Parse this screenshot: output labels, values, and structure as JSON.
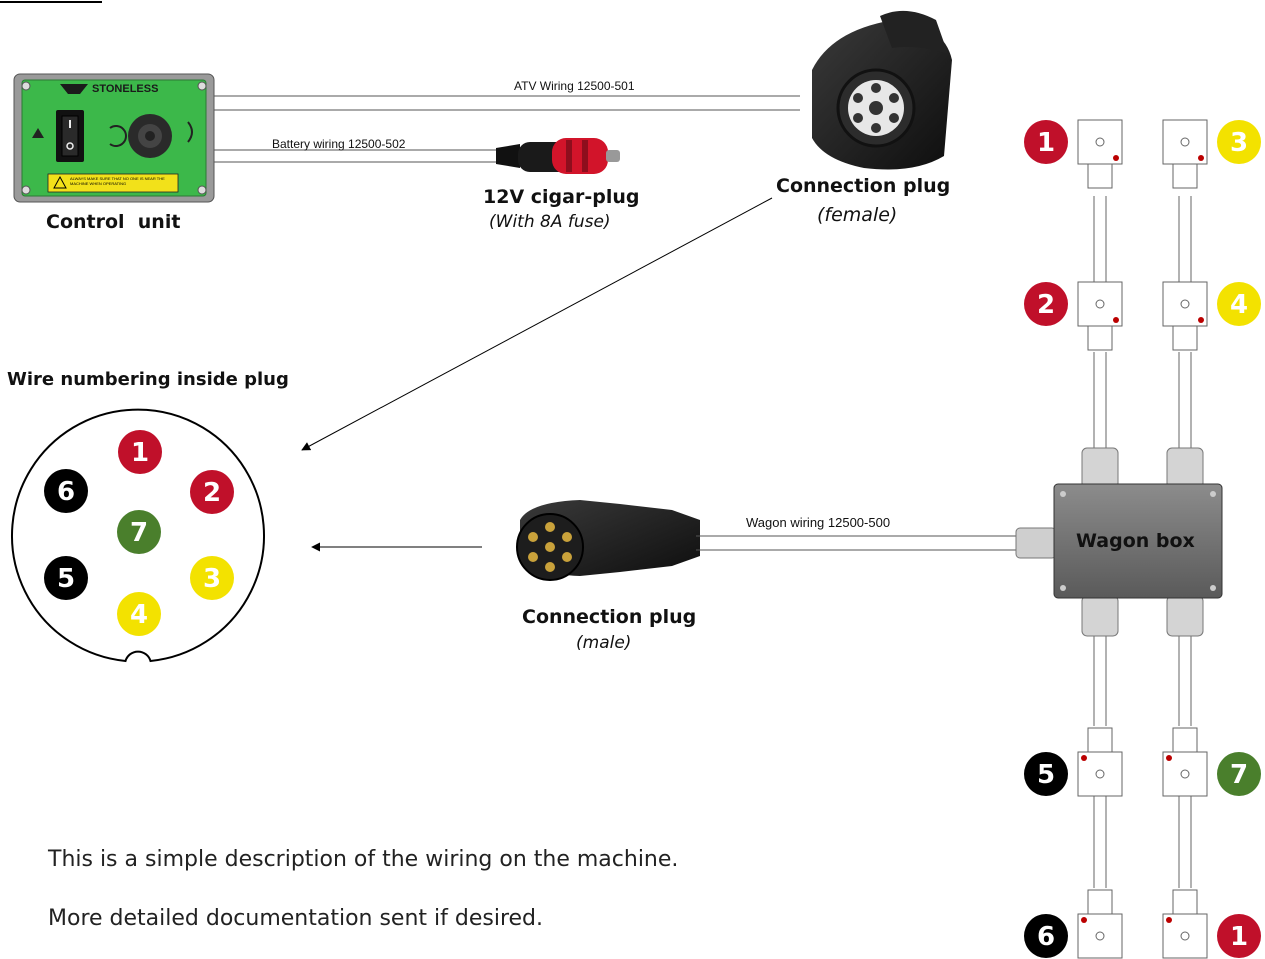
{
  "control_unit": {
    "brand": "STONELESS",
    "label": "Control  unit",
    "warning_text": "ALWAYS MAKE SURE THAT NO ONE IS NEAR THE MACHINE WHEN OPERATING"
  },
  "cables": {
    "atv": "ATV Wiring 12500-501",
    "battery": "Battery wiring 12500-502",
    "wagon": "Wagon wiring 12500-500"
  },
  "cigar_plug": {
    "label": "12V cigar-plug",
    "note": "(With 8A fuse)"
  },
  "female_plug": {
    "label": "Connection plug",
    "note": "(female)"
  },
  "male_plug": {
    "label": "Connection plug",
    "note": "(male)"
  },
  "pin_diagram": {
    "title": "Wire numbering inside plug",
    "pins": [
      {
        "number": "1",
        "color": "#c0102a"
      },
      {
        "number": "2",
        "color": "#c0102a"
      },
      {
        "number": "3",
        "color": "#f3e200"
      },
      {
        "number": "4",
        "color": "#f3e200"
      },
      {
        "number": "5",
        "color": "#000000"
      },
      {
        "number": "6",
        "color": "#000000"
      },
      {
        "number": "7",
        "color": "#4a7f2c"
      }
    ]
  },
  "wagon_box": {
    "label": "Wagon box"
  },
  "sensors": [
    {
      "number": "1",
      "color": "#c0102a"
    },
    {
      "number": "3",
      "color": "#f3e200"
    },
    {
      "number": "2",
      "color": "#c0102a"
    },
    {
      "number": "4",
      "color": "#f3e200"
    },
    {
      "number": "5",
      "color": "#000000"
    },
    {
      "number": "7",
      "color": "#4a7f2c"
    },
    {
      "number": "6",
      "color": "#000000"
    },
    {
      "number": "1",
      "color": "#c0102a"
    }
  ],
  "description": {
    "line1": "This is a simple description of the wiring on the machine.",
    "line2": "More detailed documentation sent if desired."
  }
}
